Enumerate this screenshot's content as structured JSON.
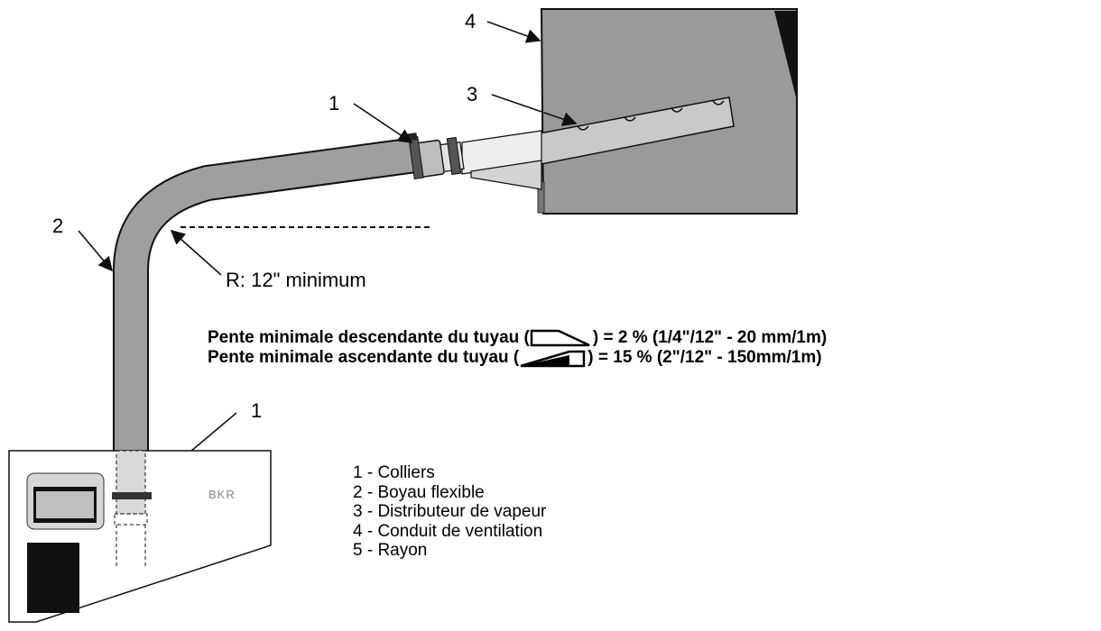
{
  "callouts": {
    "clamp_top": "1",
    "hose": "2",
    "distributor": "3",
    "duct": "4",
    "clamp_bottom": "1"
  },
  "radius_label": "R: 12\" minimum",
  "humidifier_brand": "BKR",
  "slope": {
    "descending_prefix": "Pente minimale descendante du tuyau  (",
    "descending_suffix": ") = 2 % (1/4\"/12\" - 20 mm/1m)",
    "ascending_prefix": "Pente minimale ascendante du tuyau (",
    "ascending_suffix": ") = 15 % (2\"/12\" - 150mm/1m)"
  },
  "legend": [
    "1 - Colliers",
    "2 - Boyau flexible",
    "3 - Distributeur de vapeur",
    "4 - Conduit de ventilation",
    "5 - Rayon"
  ]
}
